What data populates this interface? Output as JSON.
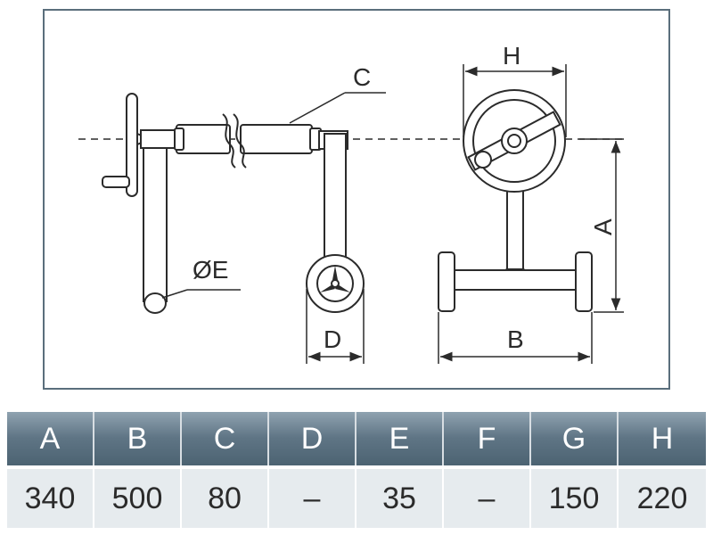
{
  "diagram": {
    "labels": {
      "C": "C",
      "E": "ØE",
      "D": "D",
      "H": "H",
      "A": "A",
      "B": "B"
    }
  },
  "table": {
    "headers": [
      "A",
      "B",
      "C",
      "D",
      "E",
      "F",
      "G",
      "H"
    ],
    "values": [
      "340",
      "500",
      "80",
      "–",
      "35",
      "–",
      "150",
      "220"
    ]
  },
  "colors": {
    "frame_border": "#5a6e7c",
    "header_dark": "#4c6372",
    "header_light": "#8fa2b0",
    "row_bg": "#e6ebee",
    "line": "#2b2b2b"
  }
}
